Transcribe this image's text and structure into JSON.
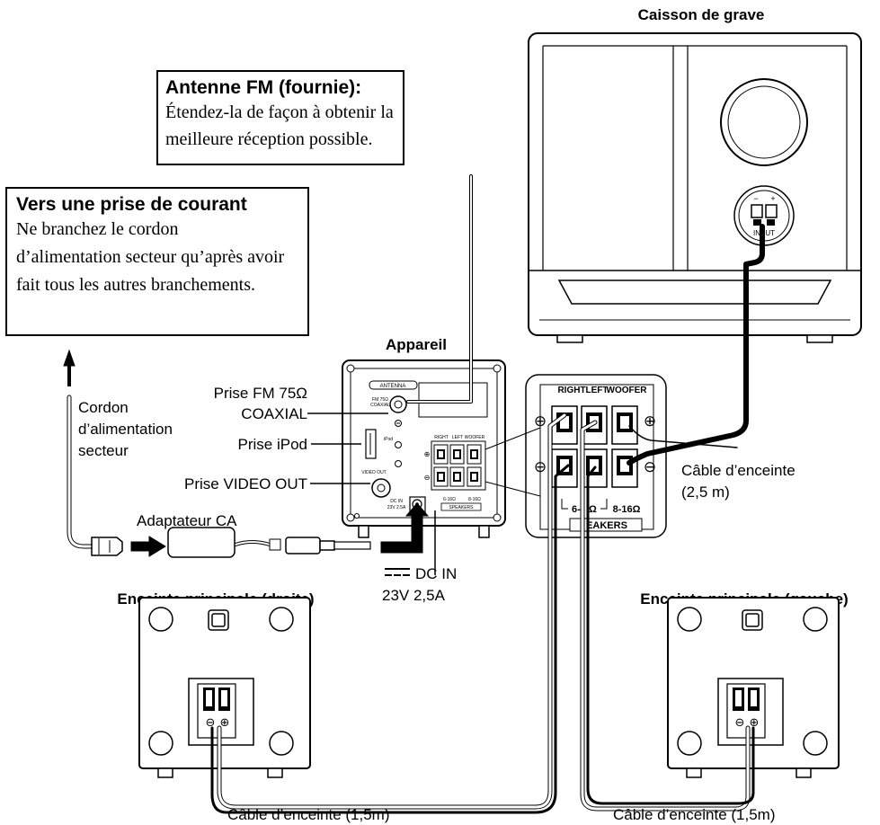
{
  "callouts": {
    "fm_antenna": {
      "title": "Antenne FM (fournie):",
      "body": "Étendez-la de façon à obtenir la meilleure réception possible."
    },
    "power_outlet": {
      "title": "Vers une prise de courant",
      "body": "Ne branchez le cordon d’alimentation secteur qu’après avoir fait tous les autres branchements."
    }
  },
  "labels": {
    "subwoofer": "Caisson de grave",
    "main_unit": "Appareil",
    "speaker_right": "Enceinte principale (droite)",
    "speaker_left": "Enceinte principale (gauche)",
    "power_cord_1": "Cordon",
    "power_cord_2": "d’alimentation",
    "power_cord_3": "secteur",
    "fm_jack_1": "Prise FM 75Ω",
    "fm_jack_2": "COAXIAL",
    "ipod_jack": "Prise iPod",
    "video_out_jack": "Prise VIDEO OUT",
    "ac_adapter": "Adaptateur CA",
    "dc_in_1": "DC IN",
    "dc_in_2": "23V 2,5A",
    "speaker_cable_sub_1": "Câble d’enceinte",
    "speaker_cable_sub_2": "(2,5 m)",
    "speaker_cable_right": "Câble d’enceinte (1,5m)",
    "speaker_cable_left": "Câble d’enceinte (1,5m)"
  },
  "panel_markings": {
    "right": "RIGHT",
    "left": "LEFT",
    "woofer": "WOOFER",
    "impedance_6_16": "6-16Ω",
    "impedance_8_16": "8-16Ω",
    "speakers": "SPEAKERS",
    "speakers_partial": "EAKERS",
    "impedance_partial": "6-",
    "impedance_ohm": "Ω",
    "input": "INPUT",
    "antenna": "ANTENNA",
    "fm_75": "FM 75Ω",
    "coaxial": "COAXIAL",
    "ipod": "iPod",
    "video_out": "VIDEO OUT",
    "dc_in": "DC IN",
    "dc_rating": "23V 2.5A",
    "minus": "−",
    "plus": "+",
    "plus_circle": "⊕",
    "minus_circle": "⊖"
  }
}
